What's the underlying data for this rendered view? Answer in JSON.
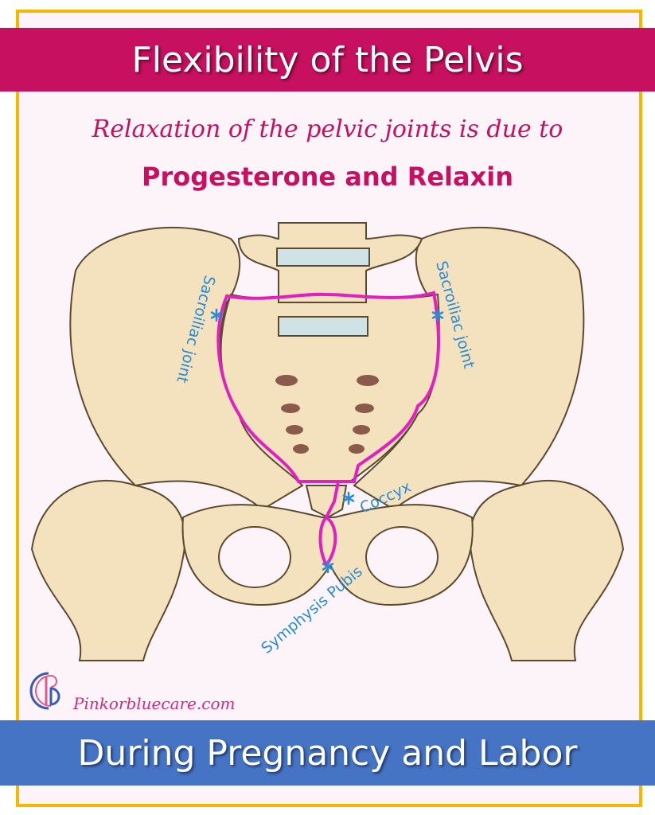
{
  "title": "Flexibility of the Pelvis",
  "subtitle": "Relaxation of the pelvic joints is due to",
  "headline": "Progesterone and Relaxin",
  "labels": {
    "sacroiliac_left": "Sacroiliac joint",
    "sacroiliac_right": "Sacroiliac joint",
    "coccyx": "Coccyx",
    "symphysis": "Symphysis Pubis"
  },
  "brand": {
    "name": "Pinkorbluecare.com"
  },
  "footer": "During Pregnancy and Labor",
  "colors": {
    "title_bar": "#c7105f",
    "footer_bar": "#4674c4",
    "frame": "#f5b800",
    "outline": "#e020c0",
    "label": "#2a8bd8",
    "bone": "#f3e2bd"
  }
}
